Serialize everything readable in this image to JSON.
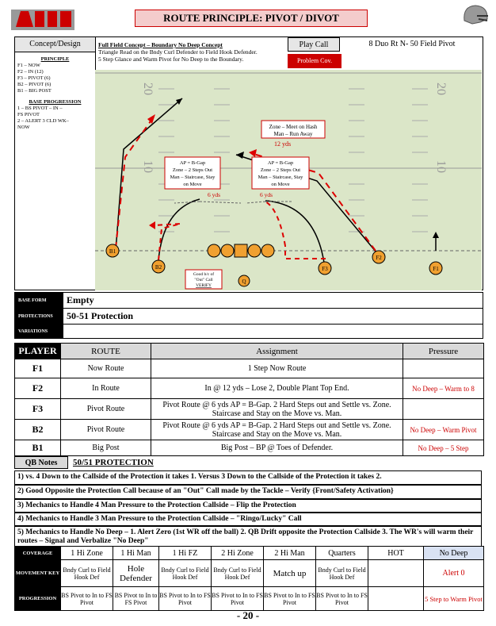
{
  "header": {
    "title": "ROUTE PRINCIPLE:  PIVOT / DIVOT"
  },
  "concept_design": {
    "label": "Concept/Design",
    "title": "Full Field Concept – Boundary No Deep Concept",
    "lines": [
      "Triangle Read on the Bndy Curl Defender to Field Hook Defender.",
      "5 Step Glance and Warm Pivot for No Deep to the Boundary."
    ]
  },
  "play_call": {
    "label": "Play Call",
    "value": "8 Duo Rt N- 50 Field Pivot",
    "problem": "Problem Cov."
  },
  "principle": {
    "heading": "PRINCIPLE",
    "items": [
      "F1 – NOW",
      "F2 – IN (12)",
      "F3 – PIVOT (6)",
      "B2 – PIVOT (6)",
      "B1 – BIG POST"
    ]
  },
  "base_progression": {
    "heading": "BASE PROGRESSION",
    "items": [
      "1 – BS PIVOT – IN –",
      "FS PIVOT",
      "2 – ALERT 3 CLD  WK–",
      "NOW"
    ]
  },
  "diagram": {
    "yard_left": [
      "20",
      "10"
    ],
    "yard_right": [
      "20",
      "10"
    ],
    "boxes": [
      "Zone – Meet on Hash",
      "Man – Run Away",
      "AP = B-Gap",
      "Zone – 2 Steps Out",
      "Man – Staircase, Stay",
      "on Move",
      "AP = B-Gap",
      "Zone – 2 Steps Out",
      "Man – Staircase, Stay",
      "on Move"
    ],
    "distances": [
      "12 yds",
      "6 yds",
      "6 yds"
    ],
    "players": [
      "B1",
      "B2",
      "F3",
      "F2",
      "F1",
      "Q"
    ],
    "note": [
      "Good b/c of",
      "\"Out\" Call",
      "VERIFY"
    ]
  },
  "base_form": {
    "label": "BASE FORM",
    "value": "Empty"
  },
  "protections": {
    "label": "PROTECTIONS",
    "value": "50-51 Protection"
  },
  "variations": {
    "label": "VARIATIONS",
    "value": ""
  },
  "table": {
    "headers": [
      "PLAYER",
      "ROUTE",
      "Assignment",
      "Pressure"
    ],
    "rows": [
      {
        "player": "F1",
        "route": "Now Route",
        "assignment": "1 Step Now Route",
        "pressure": ""
      },
      {
        "player": "F2",
        "route": "In Route",
        "assignment": "In @ 12 yds – Lose 2, Double Plant Top End.",
        "pressure": "No Deep – Warm to 8"
      },
      {
        "player": "F3",
        "route": "Pivot Route",
        "assignment": "Pivot Route @ 6 yds AP = B-Gap.  2 Hard Steps out and Settle vs. Zone.  Staircase and Stay on the Move vs. Man.",
        "pressure": ""
      },
      {
        "player": "B2",
        "route": "Pivot Route",
        "assignment": "Pivot Route @ 6 yds AP = B-Gap.  2 Hard Steps out and Settle vs. Zone.  Staircase and Stay on the Move vs. Man.",
        "pressure": "No Deep – Warm Pivot"
      },
      {
        "player": "B1",
        "route": "Big Post",
        "assignment": "Big Post – BP @ Toes of Defender.",
        "pressure": "No Deep – 5 Step"
      }
    ]
  },
  "qb_notes": {
    "label": "QB Notes",
    "value": "50/51 PROTECTION"
  },
  "notes": [
    "1) vs. 4 Down to the Callside of the Protection it takes 1. Versus 3 Down to the Callside of the Protection it takes 2.",
    "2) Good Opposite the Protection Call because of an \"Out\" Call made by the Tackle – Verify {Front/Safety Activation}",
    "3) Mechanics to Handle 4 Man Pressure to the Protection Callside – Flip the Protection",
    "4) Mechanics to Handle 3 Man Pressure to the Protection Callside – \"Ringo/Lucky\" Call",
    "5) Mechanics to Handle No Deep – 1. Alert Zero (1st WR off the ball)  2. QB Drift opposite the Protection Callside  3.  The WR's will warm their routes – Signal and Verbalize \"No Deep\""
  ],
  "coverage": {
    "labels": [
      "COVERAGE",
      "MOVEMENT KEY",
      "PROGRESSION"
    ],
    "columns": [
      "1 Hi Zone",
      "1 Hi Man",
      "1 Hi FZ",
      "2 Hi Zone",
      "2 Hi Man",
      "Quarters",
      "HOT",
      "No Deep"
    ],
    "movement": [
      "Bndy Curl to Field Hook Def",
      "Hole Defender",
      "Bndy Curl to Field Hook Def",
      "Bndy Curl to Field Hook Def",
      "Match up",
      "Bndy Curl to Field Hook Def",
      "",
      "Alert 0"
    ],
    "progression": [
      "BS Pivot to In to FS Pivot",
      "BS Pivot to In to FS Pivot",
      "BS Pivot to In to FS Pivot",
      "BS Pivot to In to FS Pivot",
      "BS Pivot to In to FS Pivot",
      "BS Pivot to In to FS Pivot",
      "",
      "5 Step to Warm Pivot"
    ]
  },
  "page_number": "- 20 -",
  "colors": {
    "accent": "#cc0000",
    "field": "#dbe6c8",
    "header_fill": "#d9d9d9",
    "title_fill": "#f4cccc"
  }
}
